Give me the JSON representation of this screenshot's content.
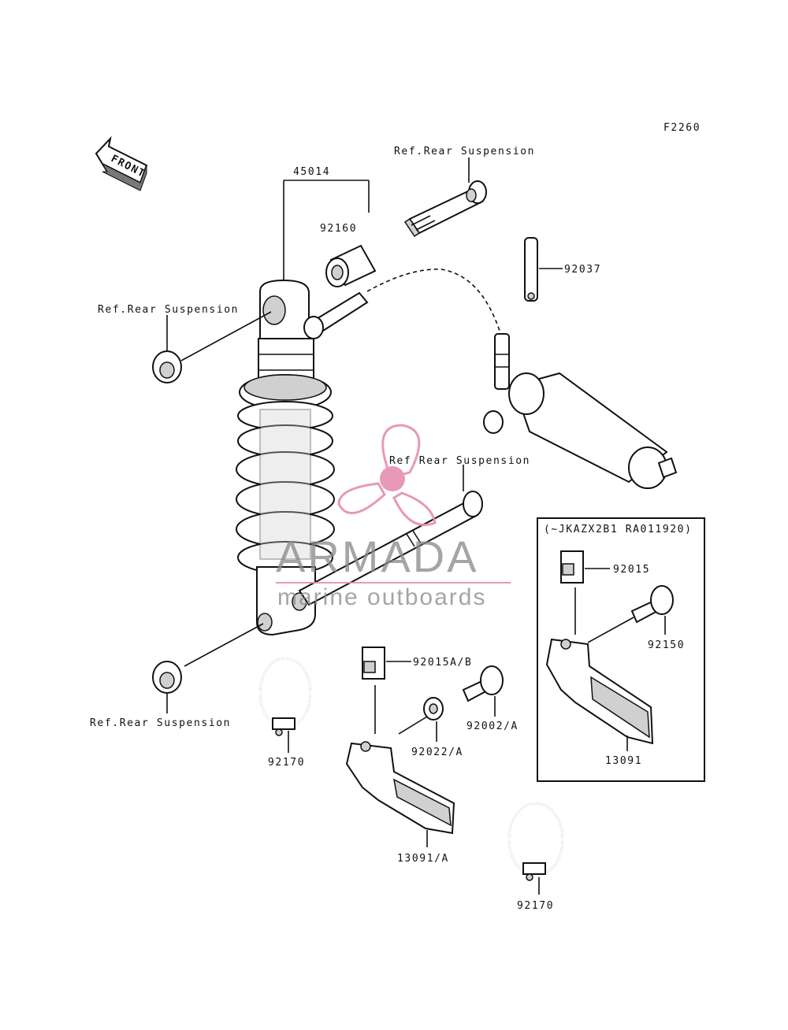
{
  "figure_code": "F2260",
  "front_arrow_label": "FRONT",
  "variant_box_label": "(~JKAZX2B1 RA011920)",
  "labels": {
    "ref_rear_suspension_top": "Ref.Rear Suspension",
    "ref_rear_suspension_left_top": "Ref.Rear Suspension",
    "ref_rear_suspension_mid": "Ref.Rear Suspension",
    "ref_rear_suspension_left_bottom": "Ref.Rear Suspension",
    "p45014": "45014",
    "p92160": "92160",
    "p92037": "92037",
    "p92015": "92015",
    "p92150": "92150",
    "p13091": "13091",
    "p92015ab": "92015A/B",
    "p92002a": "92002/A",
    "p92022a": "92022/A",
    "p92170_left": "92170",
    "p13091a": "13091/A",
    "p92170_bottom": "92170"
  },
  "watermark": {
    "brand": "ARMADA",
    "tagline": "marine outboards",
    "logo_color": "#e58fb0"
  }
}
